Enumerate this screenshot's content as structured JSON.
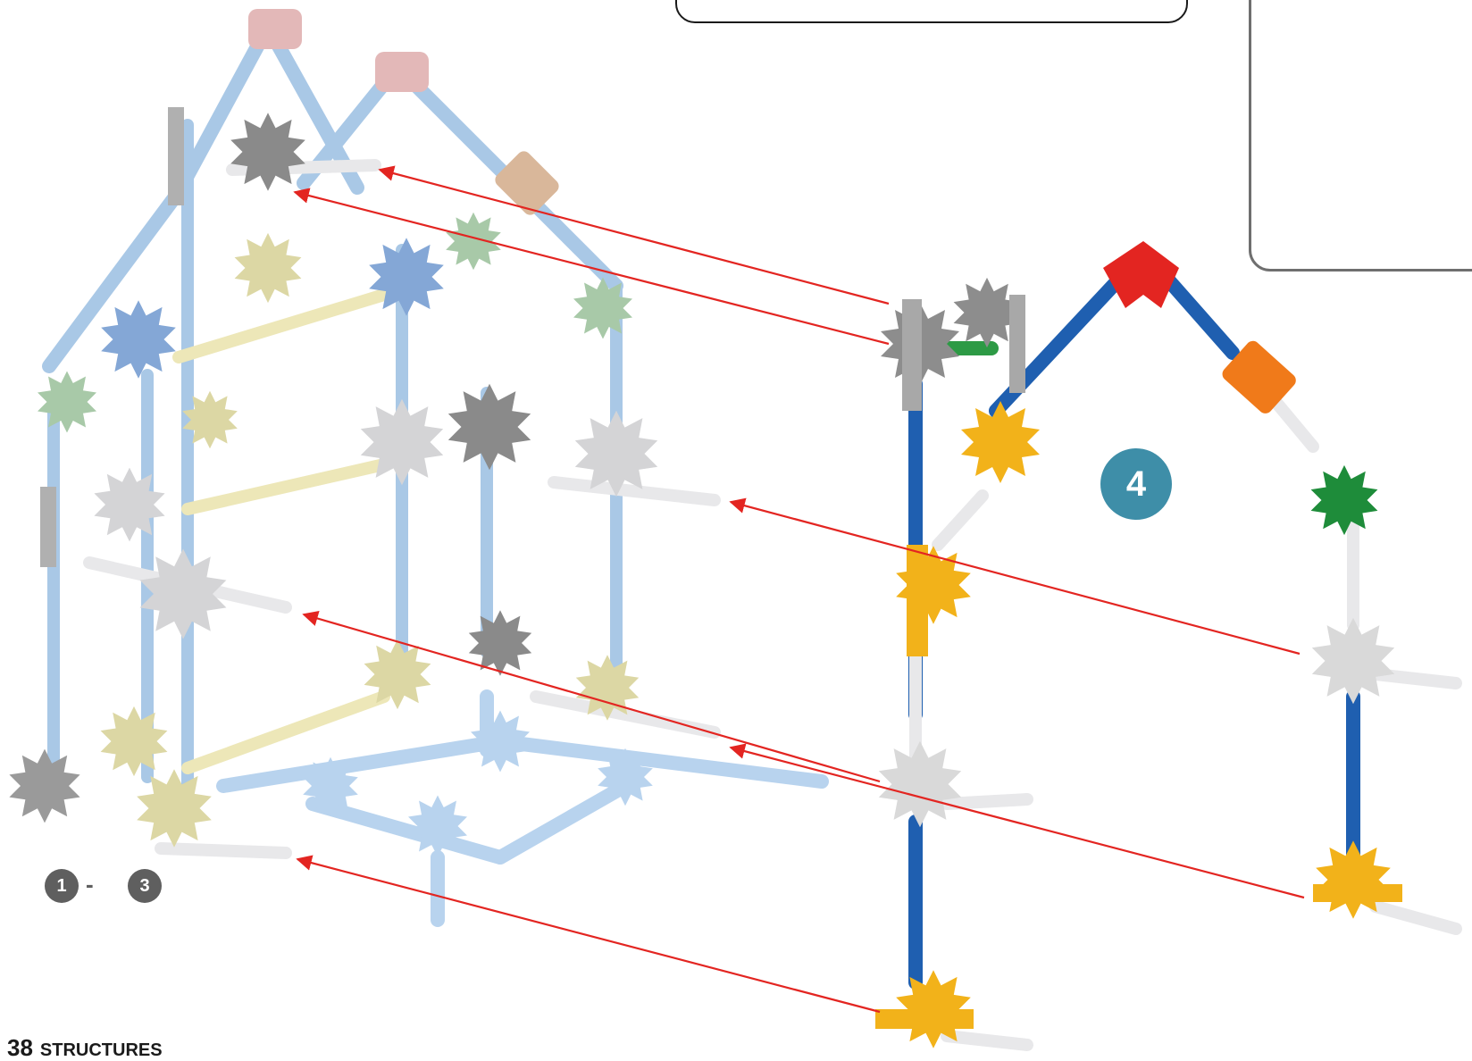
{
  "page": {
    "number": "38",
    "section": "STRUCTURES"
  },
  "steps": {
    "current": "4",
    "range_start": "1",
    "range_separator": "-",
    "range_end": "3"
  },
  "colors": {
    "rod_blue": "#1f5fb0",
    "rod_pale_blue": "#a8c8e8",
    "connector_gray": "#8d8d8d",
    "connector_light_gray": "#d9d9d9",
    "connector_yellow": "#f2b21a",
    "connector_red": "#e32521",
    "connector_orange": "#f07a1a",
    "connector_green": "#1e8c3a",
    "arrow_red": "#e32521",
    "step_badge": "#3e8ea8"
  }
}
